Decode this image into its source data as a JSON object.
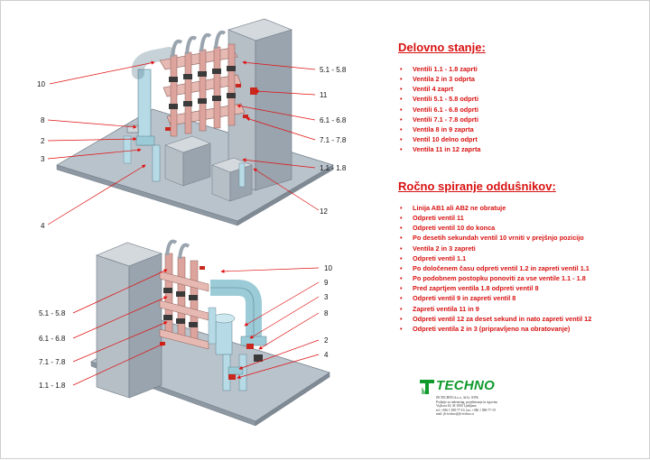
{
  "sections": {
    "operating_title": "Delovno stanje:",
    "operating_items": [
      "Ventili 1.1 - 1.8 zaprti",
      "Ventila 2 in 3 odprta",
      "Ventil 4 zaprt",
      "Ventili 5.1 - 5.8 odprti",
      "Ventili 6.1 - 6.8 odprti",
      "Ventili 7.1 - 7.8 odprti",
      "Ventila 8 in 9 zaprta",
      "Ventil 10 delno odprt",
      "Ventila 11 in 12 zaprta"
    ],
    "flushing_title": "Ročno spiranje odduŝnikov:",
    "flushing_items": [
      "Linija AB1 ali AB2 ne obratuje",
      "Odpreti ventil 11",
      "Odpreti ventil 10 do konca",
      "Po desetih sekundah ventil 10 vrniti v prejšnjo pozicijo",
      "Ventila 2 in 3 zapreti",
      "Odpreti ventil 1.1",
      "Po določenem času odpreti ventil 1.2 in zapreti ventil 1.1",
      "Po podobnem postopku ponoviti za vse ventile 1.1 - 1.8",
      "Pred zaprtjem ventila 1.8 odpreti ventil 8",
      "Odpreti ventil 9 in zapreti ventil 8",
      "Zapreti ventila 11 in 9",
      "Odpreti ventil 12 za deset sekund in nato zapreti ventil 12",
      "Odpreti ventila 2 in 3 (pripravljeno na obratovanje)"
    ]
  },
  "top_view_labels": {
    "l10": "10",
    "l8": "8",
    "l2": "2",
    "l3": "3",
    "l4": "4",
    "l51": "5.1 - 5.8",
    "l11": "11",
    "l61": "6.1 - 6.8",
    "l71": "7.1 - 7.8",
    "l11b": "1.1 - 1.8",
    "l12": "12"
  },
  "bottom_view_labels": {
    "l10": "10",
    "l9": "9",
    "l3": "3",
    "l8": "8",
    "l2": "2",
    "l4": "4",
    "l51": "5.1 - 5.8",
    "l61": "6.1 - 6.8",
    "l71": "7.1 - 7.8",
    "l11": "1.1 - 1.8"
  },
  "logo": {
    "word": "TECHNO",
    "company_lines": [
      "JB-TECHNO d.o.o., Id.št.: 8396",
      "Podjetje za inženiring, projektiranje in trgovino",
      "Vojkova 63, SI-1000 Ljubljana",
      "tel: +386 1 588-77-10, fax: +386 1 588-77-19",
      "mail: jb-techno@jb-techno.si"
    ]
  },
  "colors": {
    "accent_red": "#d81212",
    "logo_green": "#0f9a2c",
    "pipe_pink": "#e7b9b3",
    "pipe_blue": "#b6dbe6",
    "concrete": "#c0c6cd",
    "base_plate": "#b8c2cc"
  }
}
